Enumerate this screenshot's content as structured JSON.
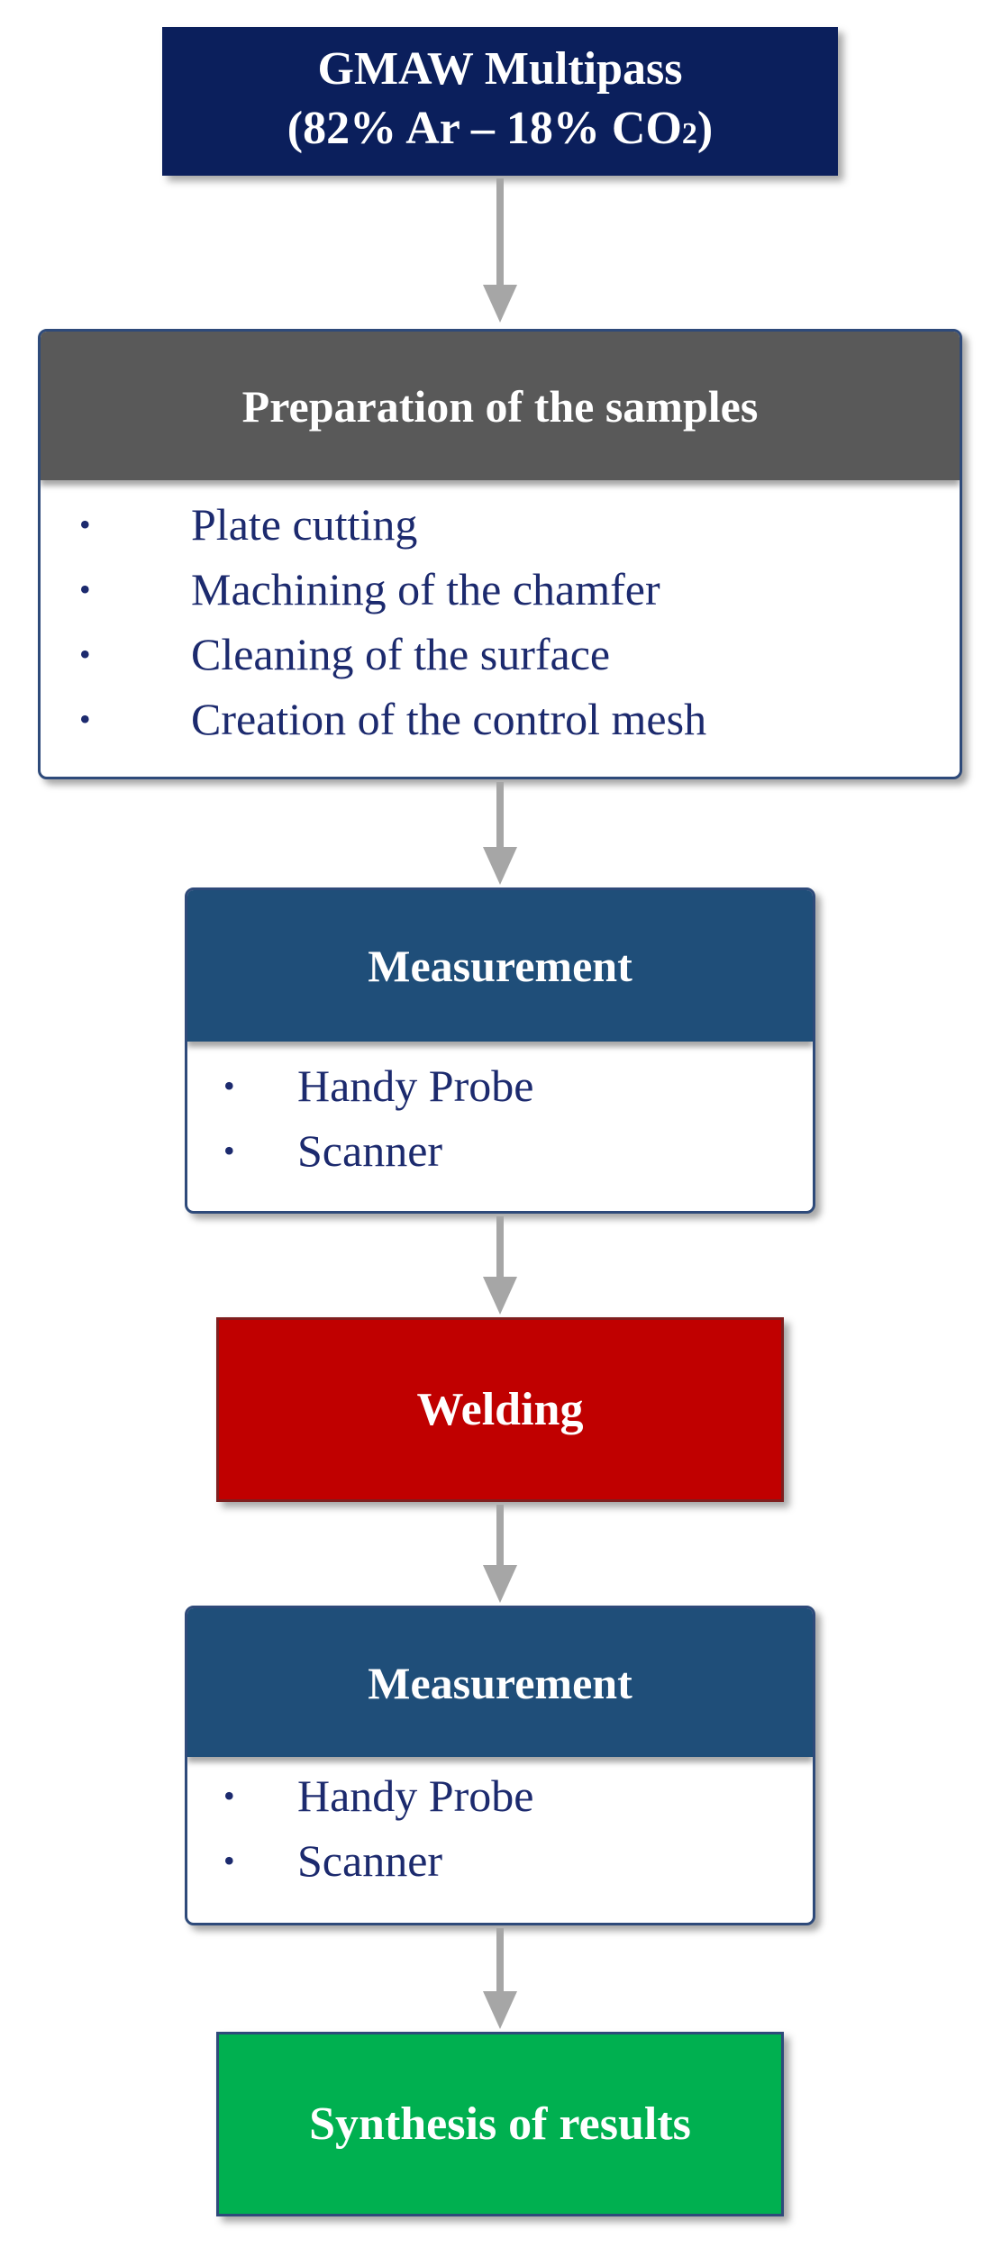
{
  "steps": {
    "gmaw": {
      "title_line1": "GMAW Multipass",
      "title_line2_prefix": "(82% Ar – 18% CO",
      "title_line2_sub": "2",
      "title_line2_suffix": ")",
      "color": "#0b1f5c"
    },
    "preparation": {
      "title": "Preparation of the samples",
      "header_color": "#595959",
      "items": [
        "Plate cutting",
        "Machining of the chamfer",
        "Cleaning of the surface",
        "Creation of the control mesh"
      ]
    },
    "measurement_before": {
      "title": "Measurement",
      "header_color": "#1f4e79",
      "items": [
        "Handy Probe",
        "Scanner"
      ]
    },
    "welding": {
      "title": "Welding",
      "color": "#c00000"
    },
    "measurement_after": {
      "title": "Measurement",
      "header_color": "#1f4e79",
      "items": [
        "Handy Probe",
        "Scanner"
      ]
    },
    "synthesis": {
      "title": "Synthesis of results",
      "color": "#00b050"
    }
  },
  "bullet_glyph": "•",
  "arrow_color": "#a6a6a6"
}
